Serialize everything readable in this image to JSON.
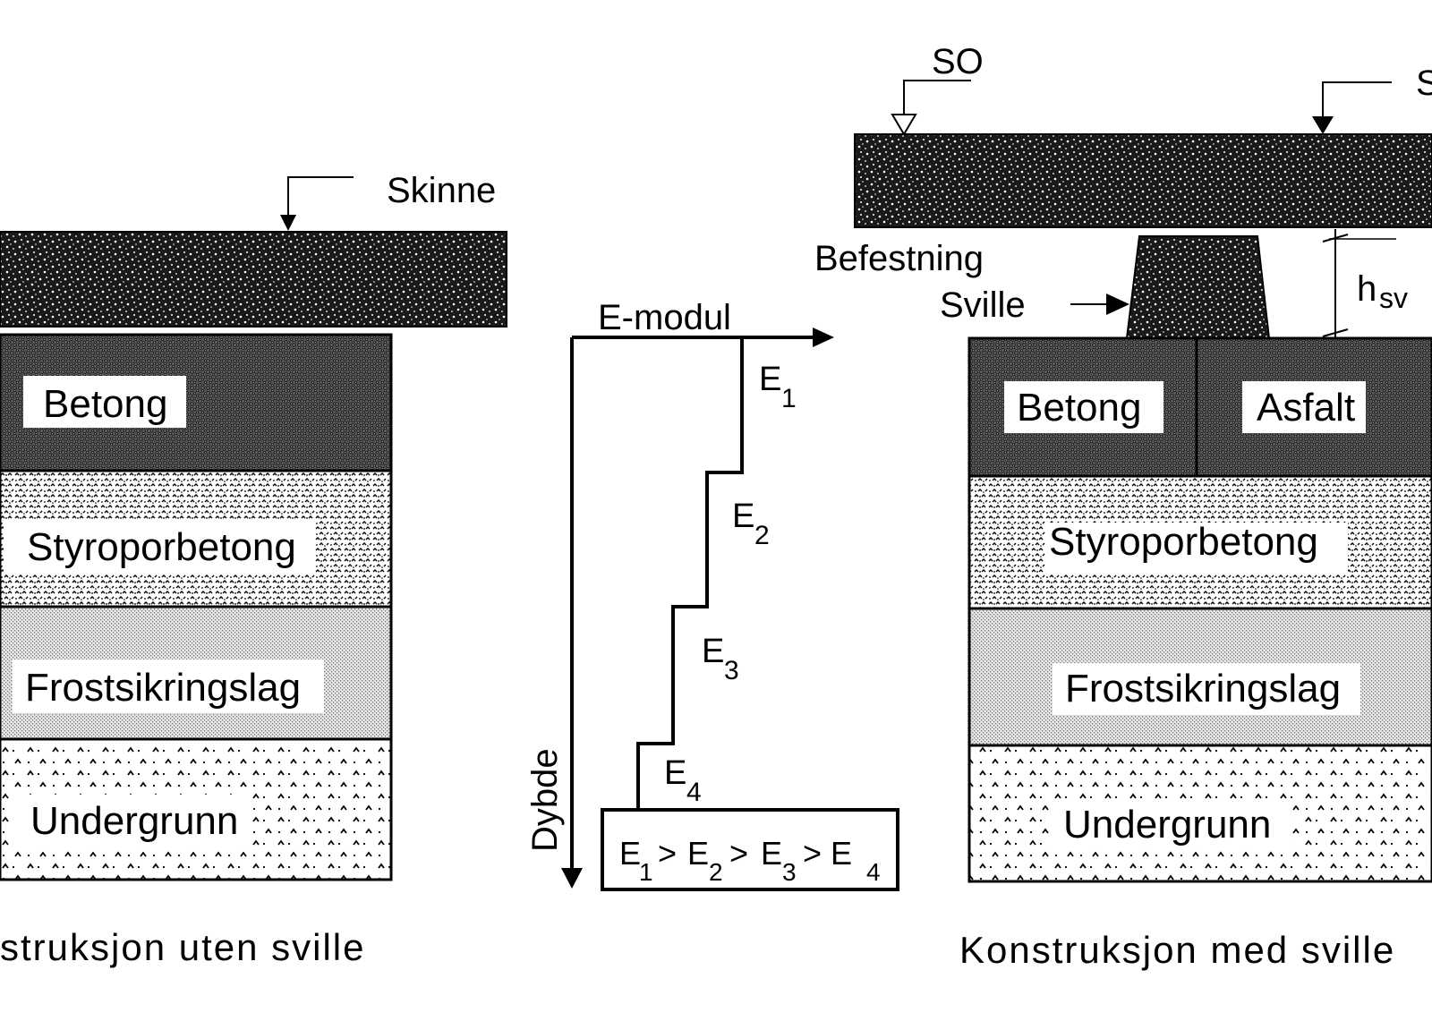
{
  "colors": {
    "rail": "#1a1a1a",
    "concrete": "#3a3a3a",
    "asphalt": "#454545",
    "styropor": "#ffffff",
    "frost": "#cfcfcf",
    "subgrade": "#ffffff",
    "line": "#000000"
  },
  "left": {
    "rail_label": "Skinne",
    "layers": [
      "Betong",
      "Styroporbetong",
      "Frostsikringslag",
      "Undergrunn"
    ],
    "caption": "struksjon  uten  sville"
  },
  "middle": {
    "x_axis_label": "E-modul",
    "y_axis_label": "Dybde",
    "steps": [
      {
        "main": "E",
        "sub": "1"
      },
      {
        "main": "E",
        "sub": "2"
      },
      {
        "main": "E",
        "sub": "3"
      },
      {
        "main": "E",
        "sub": "4"
      }
    ],
    "relation": [
      {
        "main": "E",
        "sub": "1"
      },
      {
        "op": ">"
      },
      {
        "main": "E",
        "sub": "2"
      },
      {
        "op": ">"
      },
      {
        "main": "E",
        "sub": "3"
      },
      {
        "op": ">"
      },
      {
        "main": "E",
        "sub": "4"
      }
    ]
  },
  "right": {
    "so_label": "SO",
    "s_label": "S",
    "befestning_label": "Befestning",
    "sville_label": "Sville",
    "h_label": "h",
    "h_sub": "sv",
    "layers": [
      "Betong",
      "Asfalt",
      "Styroporbetong",
      "Frostsikringslag",
      "Undergrunn"
    ],
    "caption": "Konstruksjon  med  sville"
  }
}
